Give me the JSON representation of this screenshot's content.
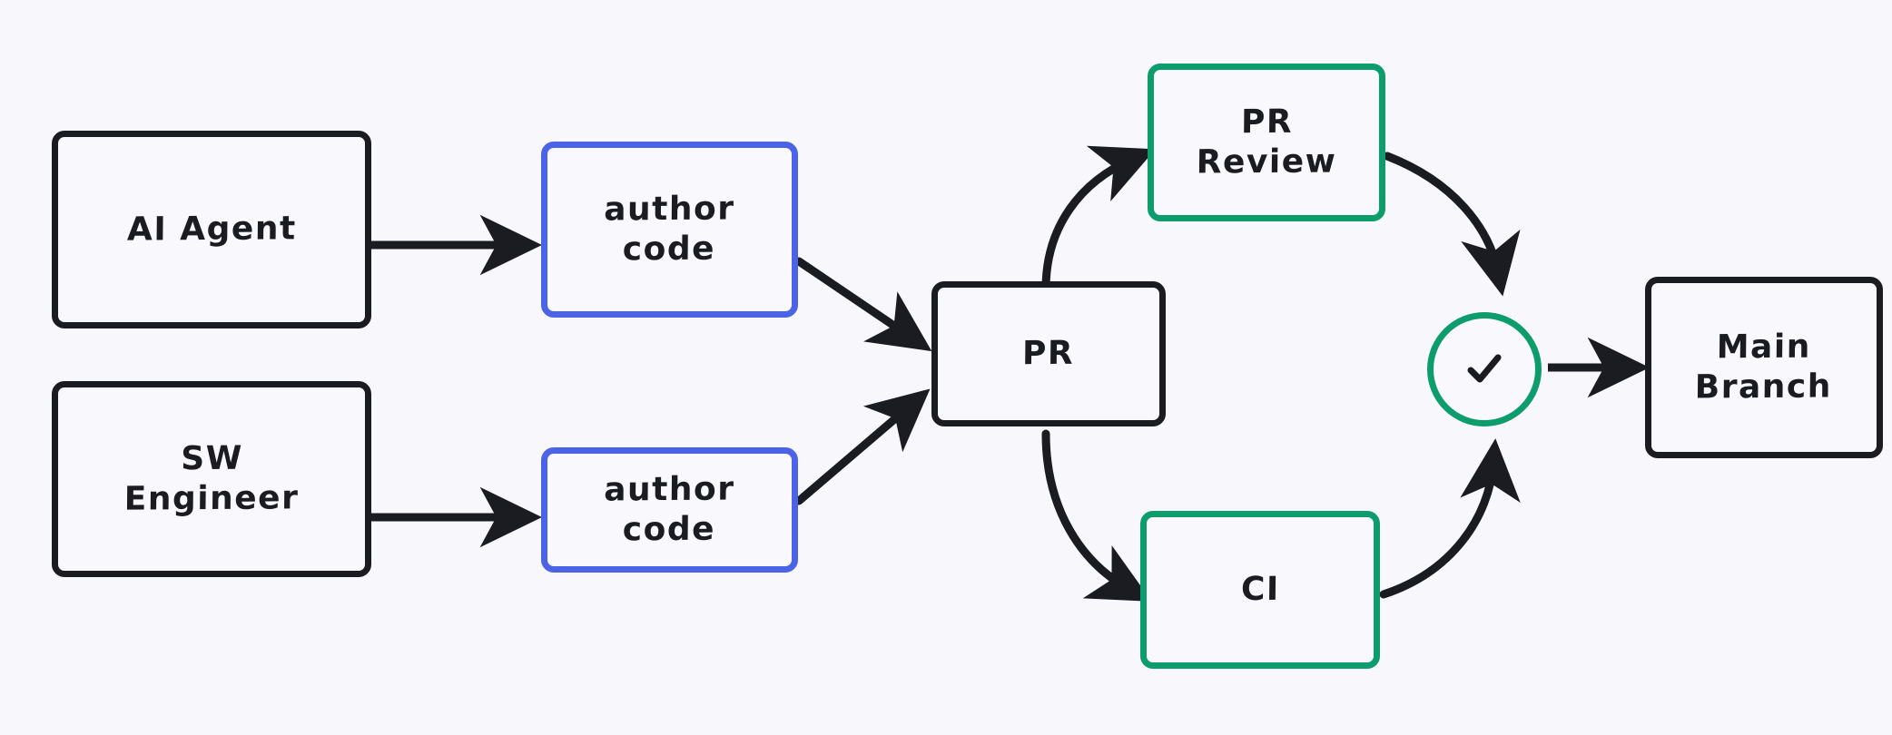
{
  "diagram": {
    "title": "Code authoring to main branch workflow",
    "background_color": "#f8f7fc",
    "colors": {
      "dark": "#1b1b22",
      "blue": "#4a63e7",
      "green": "#0d9c6c",
      "node_fill": "#f9f8fd"
    }
  },
  "nodes": {
    "ai_agent": {
      "label": "AI Agent",
      "style": "dark"
    },
    "sw_engineer": {
      "label": "SW\nEngineer",
      "style": "dark"
    },
    "author_code_agent": {
      "label": "author\ncode",
      "style": "blue"
    },
    "author_code_engineer": {
      "label": "author\ncode",
      "style": "blue"
    },
    "pr": {
      "label": "PR",
      "style": "dark"
    },
    "pr_review": {
      "label": "PR\nReview",
      "style": "green"
    },
    "ci": {
      "label": "CI",
      "style": "green"
    },
    "check": {
      "icon": "check-icon",
      "style": "green"
    },
    "main_branch": {
      "label": "Main\nBranch",
      "style": "dark"
    }
  },
  "edges": [
    {
      "from": "ai_agent",
      "to": "author_code_agent",
      "shape": "straight"
    },
    {
      "from": "sw_engineer",
      "to": "author_code_engineer",
      "shape": "straight"
    },
    {
      "from": "author_code_agent",
      "to": "pr",
      "shape": "straight"
    },
    {
      "from": "author_code_engineer",
      "to": "pr",
      "shape": "straight"
    },
    {
      "from": "pr",
      "to": "pr_review",
      "shape": "curved"
    },
    {
      "from": "pr",
      "to": "ci",
      "shape": "curved"
    },
    {
      "from": "pr_review",
      "to": "check",
      "shape": "curved"
    },
    {
      "from": "ci",
      "to": "check",
      "shape": "curved"
    },
    {
      "from": "check",
      "to": "main_branch",
      "shape": "straight"
    }
  ]
}
